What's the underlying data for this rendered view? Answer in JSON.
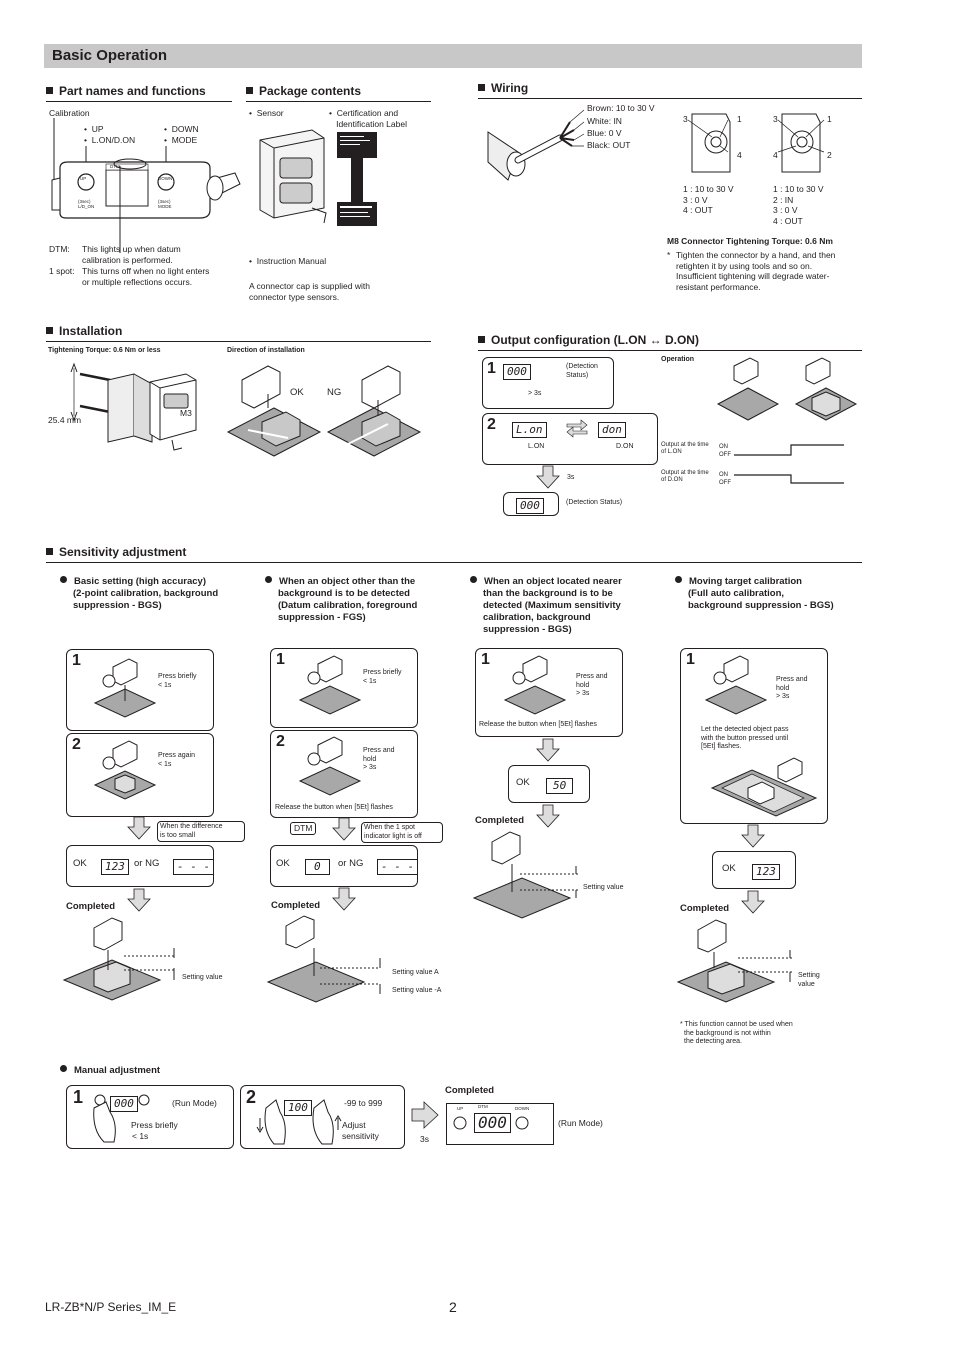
{
  "page_title": "Basic Operation",
  "sections": {
    "part_names": "Part names and functions",
    "package": "Package contents",
    "wiring": "Wiring",
    "installation": "Installation",
    "output_config": "Output configuration (L.ON ↔ D.ON)",
    "sensitivity": "Sensitivity adjustment"
  },
  "part_names": {
    "calibration": "Calibration",
    "up": "UP",
    "lon_don": "L.ON/D.ON",
    "down": "DOWN",
    "mode": "MODE",
    "dtm_label": "DTM:",
    "dtm_desc_1": "This lights up when datum",
    "dtm_desc_2": "calibration is performed.",
    "spot_label": "1 spot:",
    "spot_desc_1": "This turns off when no light enters",
    "spot_desc_2": "or multiple reflections occurs.",
    "dev_up": "UP",
    "dev_down": "DOWN",
    "dev_dtm": "DTM",
    "dev_3sec_l": "(3sec)",
    "dev_ldon": "L/D_ON",
    "dev_3sec_r": "(3sec)",
    "dev_mode": "MODE"
  },
  "package": {
    "sensor": "Sensor",
    "cert_1": "Certification and",
    "cert_2": "Identification Label",
    "manual": "Instruction Manual",
    "cap_1": "A connector cap is supplied with",
    "cap_2": "connector type sensors."
  },
  "wiring": {
    "brown": "Brown: 10 to 30 V",
    "white": "White: IN",
    "blue": "Blue: 0 V",
    "black": "Black: OUT",
    "pin3a": "3",
    "pin1a": "1",
    "pin4a": "4",
    "pin3b": "3",
    "pin1b": "1",
    "pin4b": "4",
    "pin2b": "2",
    "conn_a": [
      "1 : 10 to 30 V",
      "3 : 0 V",
      "4 : OUT"
    ],
    "conn_b": [
      "1 : 10 to 30 V",
      "2 : IN",
      "3 : 0 V",
      "4 : OUT"
    ],
    "torque": "M8 Connector Tightening Torque: 0.6 Nm",
    "note_star": "*",
    "note": [
      "Tighten the connector by a hand, and then",
      "retighten it by using tools and so on.",
      "Insufficient tightening will degrade water-",
      "resistant performance."
    ]
  },
  "installation": {
    "torque": "Tightening Torque: 0.6 Nm or less",
    "direction": "Direction of installation",
    "m3": "M3",
    "mm": "25.4 mm",
    "ok": "OK",
    "ng": "NG"
  },
  "output": {
    "step1": "1",
    "step2": "2",
    "detection_status_1": "(Detection",
    "detection_status_2": "Status)",
    "gt3s": "> 3s",
    "lon": "L.ON",
    "don": "D.ON",
    "three_s": "3s",
    "detection_status": "(Detection Status)",
    "operation": "Operation",
    "out_lon_1": "Output at the time",
    "out_lon_2": "of L.ON",
    "out_don_1": "Output at the time",
    "out_don_2": "of D.ON",
    "on": "ON",
    "off": "OFF",
    "lcd_000": "000",
    "lcd_lon": "L.on",
    "lcd_don": "don"
  },
  "sensitivity": {
    "col1": {
      "title": [
        "Basic setting (high accuracy)",
        "(2-point calibration, background",
        "suppression - BGS)"
      ],
      "s1": "1",
      "s1_text": [
        "Press briefly",
        "< 1s"
      ],
      "s2": "2",
      "s2_text": [
        "Press again",
        "< 1s"
      ],
      "note": [
        "When the difference",
        "is too small"
      ],
      "ok": "OK",
      "or_ng": "or NG",
      "lcd_ok": "123",
      "lcd_ng": "- - -",
      "completed": "Completed",
      "setting": "Setting value"
    },
    "col2": {
      "title": [
        "When an object other than the",
        "background is to be detected",
        "(Datum calibration, foreground",
        "suppression - FGS)"
      ],
      "s1": "1",
      "s1_text": [
        "Press briefly",
        "< 1s"
      ],
      "s2": "2",
      "s2_text": [
        "Press and",
        "hold",
        "> 3s"
      ],
      "release": "Release the button when [5Et] flashes",
      "dtm": "DTM",
      "note": [
        "When the 1 spot",
        "indicator light is off"
      ],
      "ok": "OK",
      "or_ng": "or NG",
      "lcd_ok": "0",
      "lcd_ng": "- - -",
      "completed": "Completed",
      "setting_a": "Setting value A",
      "setting_neg_a": "Setting value -A"
    },
    "col3": {
      "title": [
        "When an object located nearer",
        "than the background is to be",
        "detected (Maximum sensitivity",
        "calibration, background",
        "suppression - BGS)"
      ],
      "s1": "1",
      "s1_text": [
        "Press and",
        "hold",
        "> 3s"
      ],
      "release": "Release the button when [5Et] flashes",
      "ok": "OK",
      "lcd": "50",
      "completed": "Completed",
      "setting": "Setting value"
    },
    "col4": {
      "title": [
        "Moving target calibration",
        "(Full auto calibration,",
        "background suppression - BGS)"
      ],
      "s1": "1",
      "s1_text": [
        "Press and",
        "hold",
        "> 3s"
      ],
      "pass_text": [
        "Let the detected object pass",
        "with the button pressed until",
        "[5Et] flashes."
      ],
      "ok": "OK",
      "lcd": "123",
      "completed": "Completed",
      "setting": [
        "Setting",
        "value"
      ],
      "footnote": [
        "* This function cannot be used when",
        "the background is not within",
        "the detecting area."
      ]
    }
  },
  "manual": {
    "title": "Manual adjustment",
    "s1": "1",
    "run_mode": "(Run Mode)",
    "s1_text": [
      "Press briefly",
      "< 1s"
    ],
    "s2": "2",
    "range": "-99 to 999",
    "s2_text": [
      "Adjust",
      "sensitivity"
    ],
    "three_s": "3s",
    "completed": "Completed",
    "run_mode_2": "(Run Mode)",
    "lcd_1": "000",
    "lcd_2": "100",
    "lcd_3": "000",
    "up": "UP",
    "down": "DOWN",
    "dtm": "DTM"
  },
  "footer": {
    "doc": "LR-ZB*N/P Series_IM_E",
    "page": "2"
  }
}
